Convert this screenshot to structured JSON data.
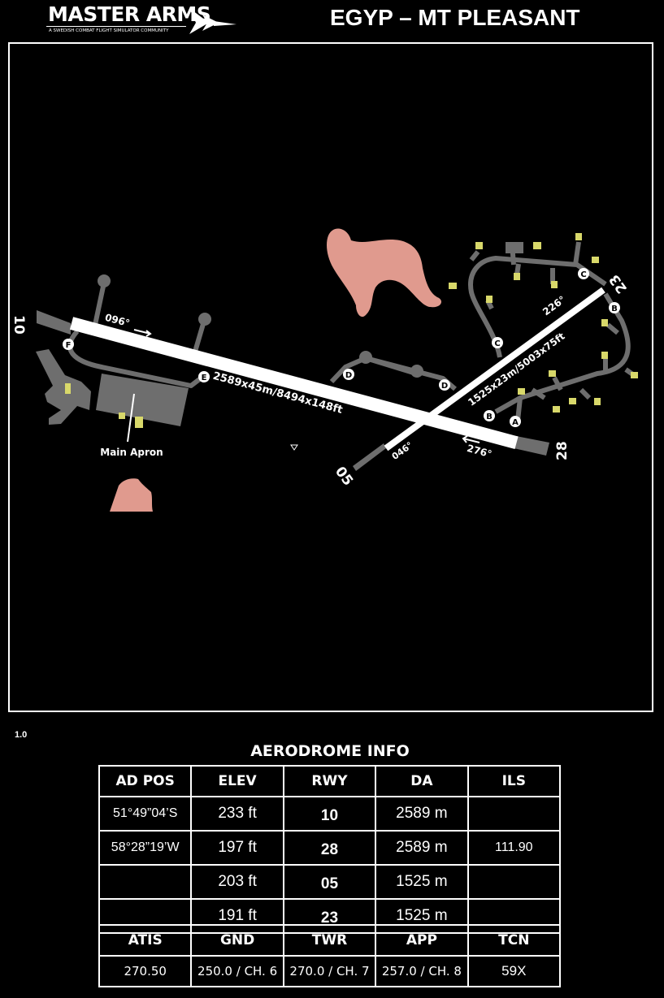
{
  "header": {
    "logo_title": "MASTER ARMS",
    "logo_subtitle": "A SWEDISH COMBAT FLIGHT SIMULATOR COMMUNITY",
    "chart_title": "EGYP – MT PLEASANT"
  },
  "map": {
    "runway_main": {
      "end_a": "10",
      "end_b": "28",
      "heading_a": "096°",
      "heading_b": "276°",
      "dimensions": "2589 x 45 m / 8494 x 148 ft"
    },
    "runway_cross": {
      "end_a": "05",
      "end_b": "23",
      "heading_a": "046°",
      "heading_b": "226°",
      "dimensions": "1525 x 23 m / 5003 x 75 ft"
    },
    "taxiways": [
      "F",
      "E",
      "D",
      "D",
      "C",
      "C",
      "B",
      "B",
      "A"
    ],
    "apron_label": "Main Apron",
    "colors": {
      "runway": "#ffffff",
      "taxiway": "#6e6e6e",
      "stand": "#d8d86a",
      "terrain": "#e09a8e"
    }
  },
  "version": "1.0",
  "info": {
    "title": "AERODROME INFO",
    "headers": [
      "AD POS",
      "ELEV",
      "RWY",
      "DA",
      "ILS"
    ],
    "rows": [
      [
        "51°49”04’S",
        "233 ft",
        "10",
        "2589 m",
        ""
      ],
      [
        "58°28”19’W",
        "197 ft",
        "28",
        "2589 m",
        "111.90"
      ],
      [
        "",
        "203 ft",
        "05",
        "1525 m",
        ""
      ],
      [
        "",
        "191 ft",
        "23",
        "1525 m",
        ""
      ]
    ],
    "freq_headers": [
      "ATIS",
      "GND",
      "TWR",
      "APP",
      "TCN"
    ],
    "freq_values": [
      "270.50",
      "250.0 / CH. 6",
      "270.0 / CH. 7",
      "257.0 / CH. 8",
      "59X"
    ]
  }
}
